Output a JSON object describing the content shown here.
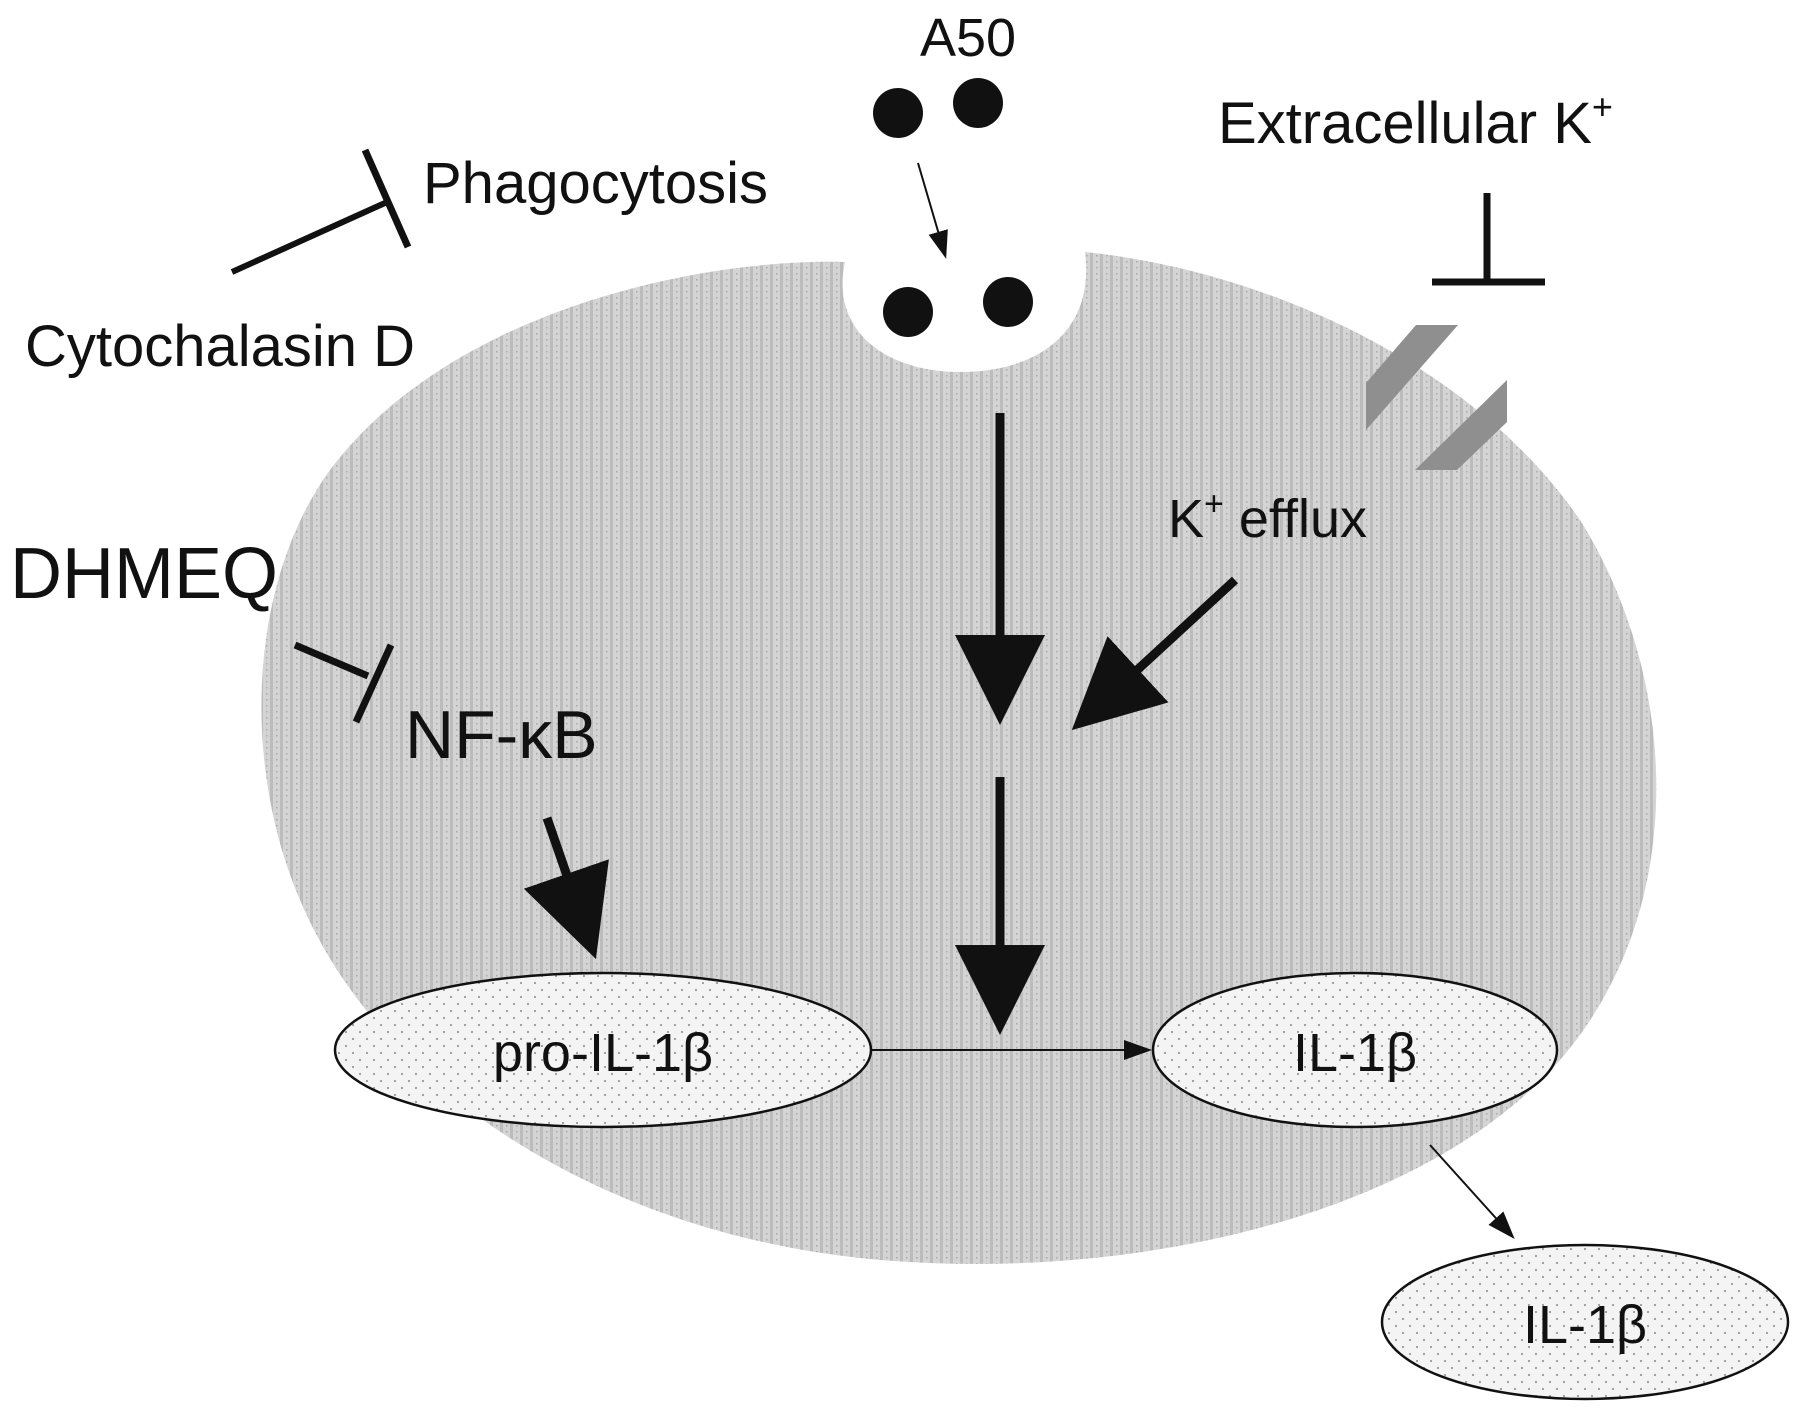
{
  "labels": {
    "a50": "A50",
    "phagocytosis": "Phagocytosis",
    "cytochalasin_d": "Cytochalasin D",
    "extracellular_k": "Extracellular K",
    "extracellular_k_sup": "+",
    "k_efflux_k": "K",
    "k_efflux_sup": "+",
    "k_efflux_rest": " efflux",
    "dhmeq": "DHMEQ",
    "nfkb": "NF-κB",
    "pro_il1b": "pro-IL-1β",
    "il1b_inside": "IL-1β",
    "il1b_outside": "IL-1β"
  },
  "colors": {
    "ink": "#111111",
    "cell_fill": "#cfcfcf",
    "cell_stripe": "#bdbdbd",
    "oval_fill": "#f2f2f2",
    "channel": "#8f8f8f"
  }
}
